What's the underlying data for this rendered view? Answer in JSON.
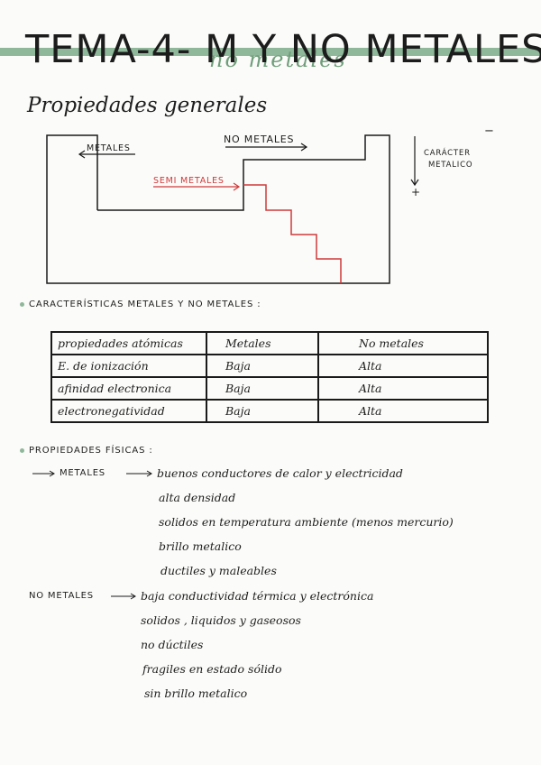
{
  "header": {
    "title": "TEMA-4- M Y NO METALES",
    "title_underlay": "no metales",
    "subtitle": "Propiedades generales"
  },
  "diagram": {
    "metales_label": "METALES",
    "no_metales_label": "NO METALES",
    "semi_metales_label": "SEMI METALES",
    "caracter_label_line1": "CARÁCTER",
    "caracter_label_line2": "METALICO",
    "minus_sign": "−",
    "plus_sign": "+"
  },
  "caracteristicas": {
    "heading": "CARACTERÍSTICAS  METALES Y NO METALES :",
    "columns": [
      "propiedades atómicas",
      "Metales",
      "No  metales"
    ],
    "rows": [
      [
        "E. de ionización",
        "Baja",
        "Alta"
      ],
      [
        "afinidad electronica",
        "Baja",
        "Alta"
      ],
      [
        "electronegatividad",
        "Baja",
        "Alta"
      ]
    ]
  },
  "fisicas": {
    "heading": "PROPIEDADES FÍSICAS :",
    "metales": {
      "label": "METALES",
      "items": [
        "buenos conductores de calor y electricidad",
        "alta densidad",
        "solidos en temperatura ambiente (menos mercurio)",
        "brillo metalico",
        "ductiles y maleables"
      ]
    },
    "no_metales": {
      "label": "NO METALES",
      "items": [
        "baja conductividad térmica y electrónica",
        "solidos , liquidos y gaseosos",
        "no dúctiles",
        "fragiles en estado sólido",
        "sin brillo metalico"
      ]
    }
  },
  "colors": {
    "accent_green": "#8fb89a",
    "semimetal_red": "#d03a3a",
    "ink": "#1e1e1e"
  }
}
